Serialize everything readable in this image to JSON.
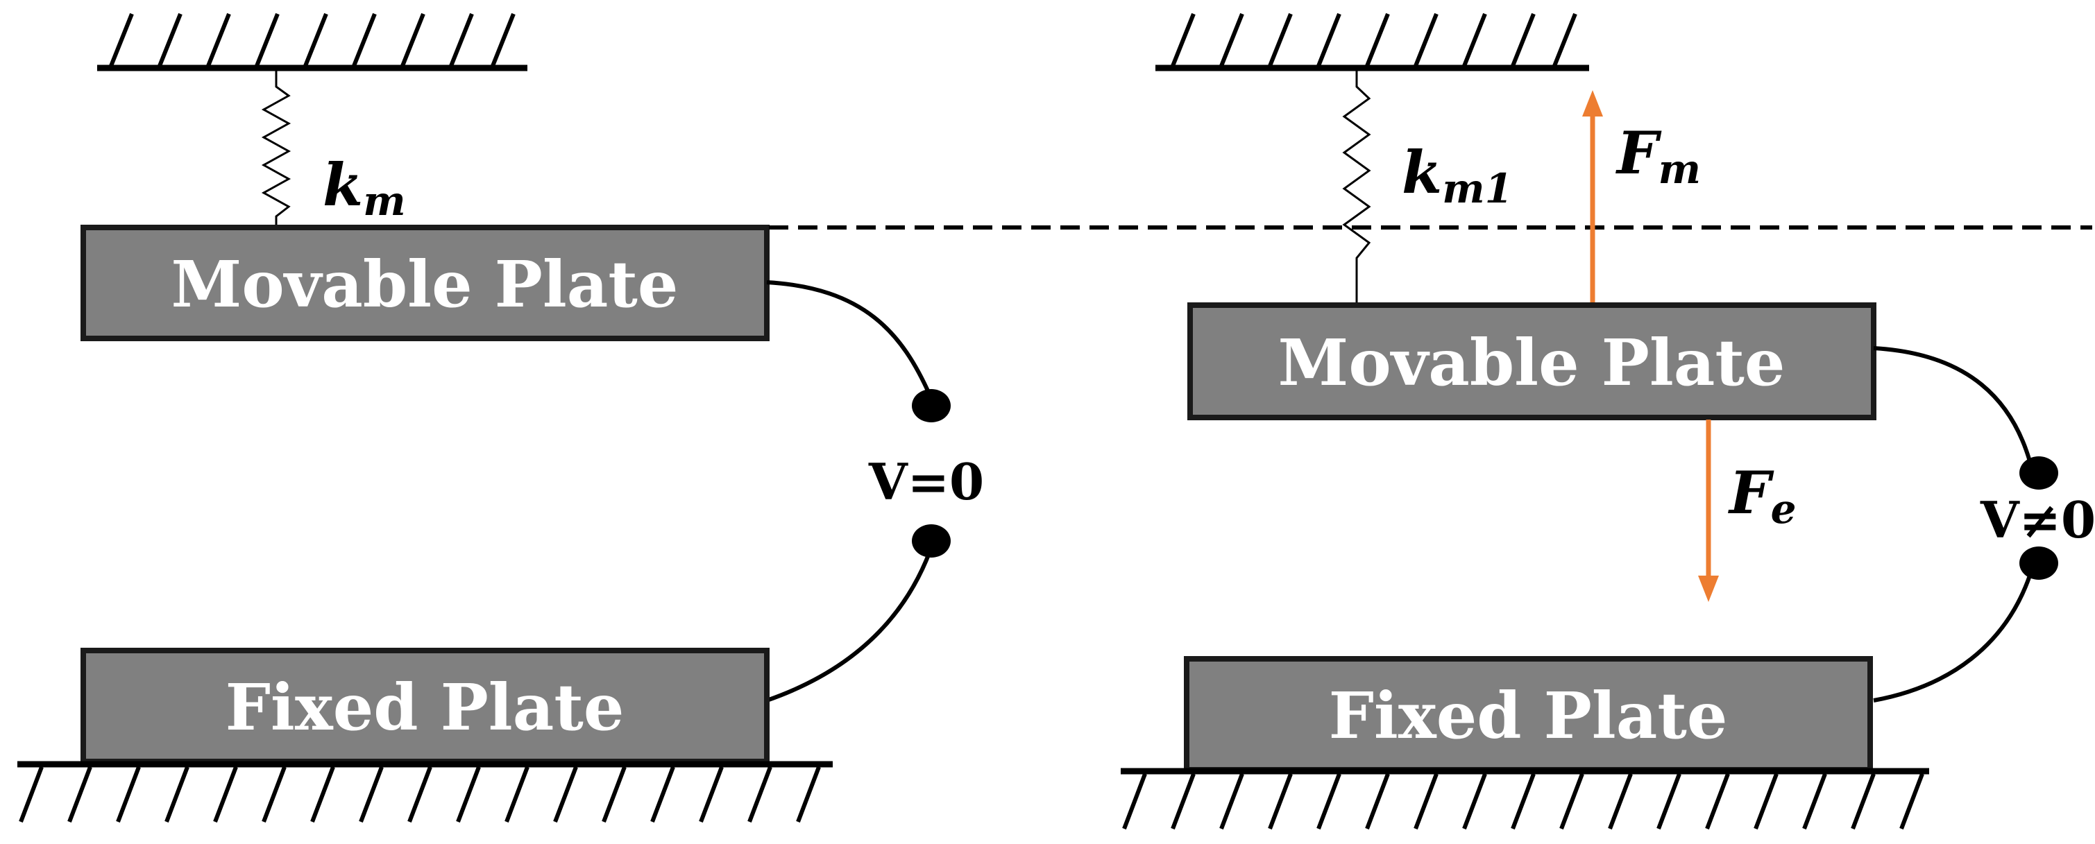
{
  "colors": {
    "plate_fill": "#808080",
    "plate_stroke": "#1a1a1a",
    "force_arrow": "#ED7D31",
    "line": "#000000"
  },
  "left": {
    "movable_plate_label": "Movable Plate",
    "fixed_plate_label": "Fixed Plate",
    "spring_label": "k",
    "spring_label_sub": "m",
    "voltage_label": "V=0"
  },
  "right": {
    "movable_plate_label": "Movable Plate",
    "fixed_plate_label": "Fixed Plate",
    "spring_label": "k",
    "spring_label_sub": "m1",
    "mechanical_force_label": "F",
    "mechanical_force_sub": "m",
    "electrostatic_force_label": "F",
    "electrostatic_force_sub": "e",
    "voltage_label": "V≠0"
  }
}
